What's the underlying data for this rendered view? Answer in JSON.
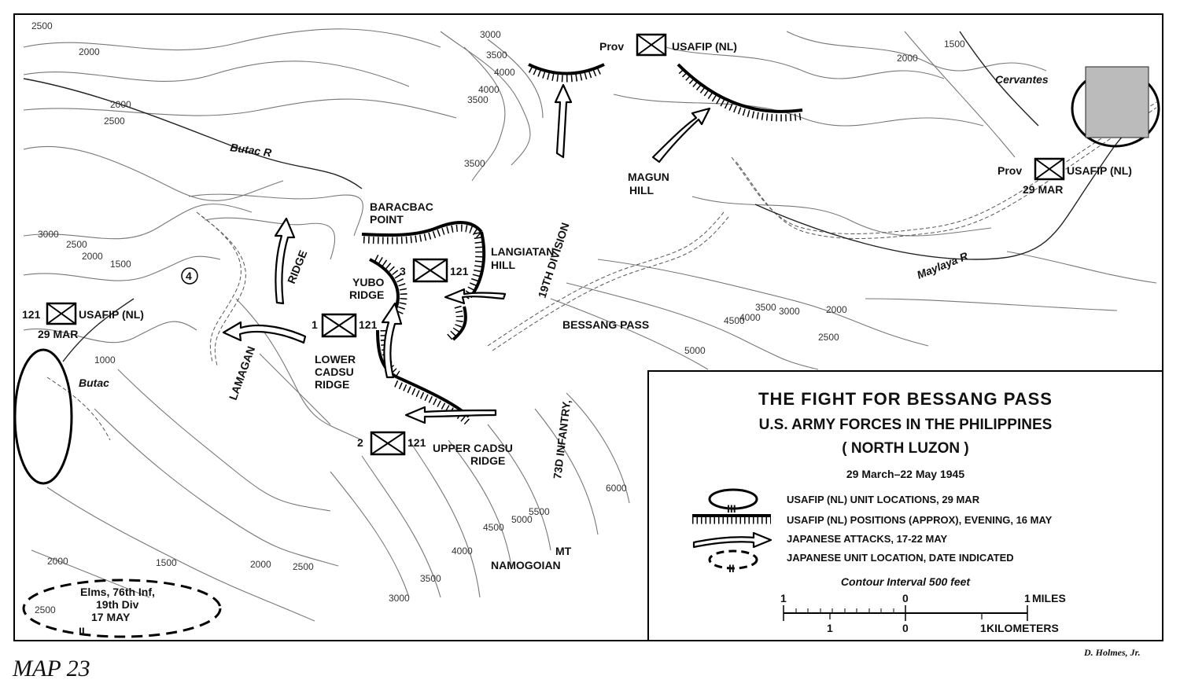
{
  "map": {
    "places": {
      "cervantes": "Cervantes",
      "butac_r": "Butac R",
      "butac": "Butac",
      "maylaya_r": "Maylaya R",
      "baracbac_point_1": "BARACBAC",
      "baracbac_point_2": "POINT",
      "langiatan_1": "LANGIATAN",
      "langiatan_2": "HILL",
      "yubo_1": "YUBO",
      "yubo_2": "RIDGE",
      "ridge": "RIDGE",
      "lamagan": "LAMAGAN",
      "lower_cadsu_1": "LOWER",
      "lower_cadsu_2": "CADSU",
      "lower_cadsu_3": "RIDGE",
      "upper_cadsu_1": "UPPER CADSU",
      "upper_cadsu_2": "RIDGE",
      "magun_1": "MAGUN",
      "magun_2": "HILL",
      "bessang_pass": "BESSANG PASS",
      "nineteenth_div": "19TH DIVISION",
      "infantry": "73D INFANTRY,",
      "mt_1": "MT",
      "mt_2": "NAMOGOIAN",
      "route": "4"
    },
    "units": {
      "prov_top": {
        "pre": "Prov",
        "name": "USAFIP (NL)"
      },
      "prov_right": {
        "pre": "Prov",
        "name": "USAFIP (NL)",
        "date": "29 MAR"
      },
      "left_121": {
        "pre": "121",
        "name": "USAFIP (NL)",
        "date": "29 MAR"
      },
      "bn3": {
        "pre": "3",
        "post": "121"
      },
      "bn1": {
        "pre": "1",
        "post": "121"
      },
      "bn2": {
        "pre": "2",
        "post": "121"
      },
      "japanese": {
        "l1": "Elms, 76th Inf,",
        "l2": "19th Div",
        "l3": "17 MAY",
        "mark": "II"
      }
    },
    "contour_labels": [
      "2500",
      "2000",
      "2000",
      "2500",
      "3000",
      "3500",
      "4000",
      "4000",
      "3500",
      "3500",
      "2000",
      "1500",
      "3000",
      "2500",
      "2000",
      "1500",
      "1000",
      "2500",
      "3500",
      "4500",
      "3000",
      "4000",
      "5000",
      "2000",
      "6000",
      "5500",
      "5000",
      "4500",
      "4000",
      "3500",
      "3000",
      "2500",
      "2000",
      "1500",
      "2000",
      "2500"
    ]
  },
  "legend": {
    "title": "THE FIGHT FOR BESSANG PASS",
    "subtitle1": "U.S. ARMY FORCES IN THE PHILIPPINES",
    "subtitle2": "( NORTH LUZON )",
    "dates": "29 March–22 May 1945",
    "items": [
      "USAFIP (NL) UNIT LOCATIONS, 29 MAR",
      "USAFIP (NL) POSITIONS (APPROX), EVENING, 16 MAY",
      "JAPANESE ATTACKS, 17-22 MAY",
      "JAPANESE UNIT LOCATION, DATE INDICATED"
    ],
    "legend_mark_1": "III",
    "legend_mark_2": "II",
    "contour_interval": "Contour Interval 500 feet",
    "scale": {
      "miles_label": "MILES",
      "km_label": "KILOMETERS",
      "mile_ticks": [
        "1",
        "0",
        "1"
      ],
      "km_ticks": [
        "1",
        "0",
        "1"
      ]
    }
  },
  "caption": "MAP 23",
  "credit": "D. Holmes, Jr."
}
